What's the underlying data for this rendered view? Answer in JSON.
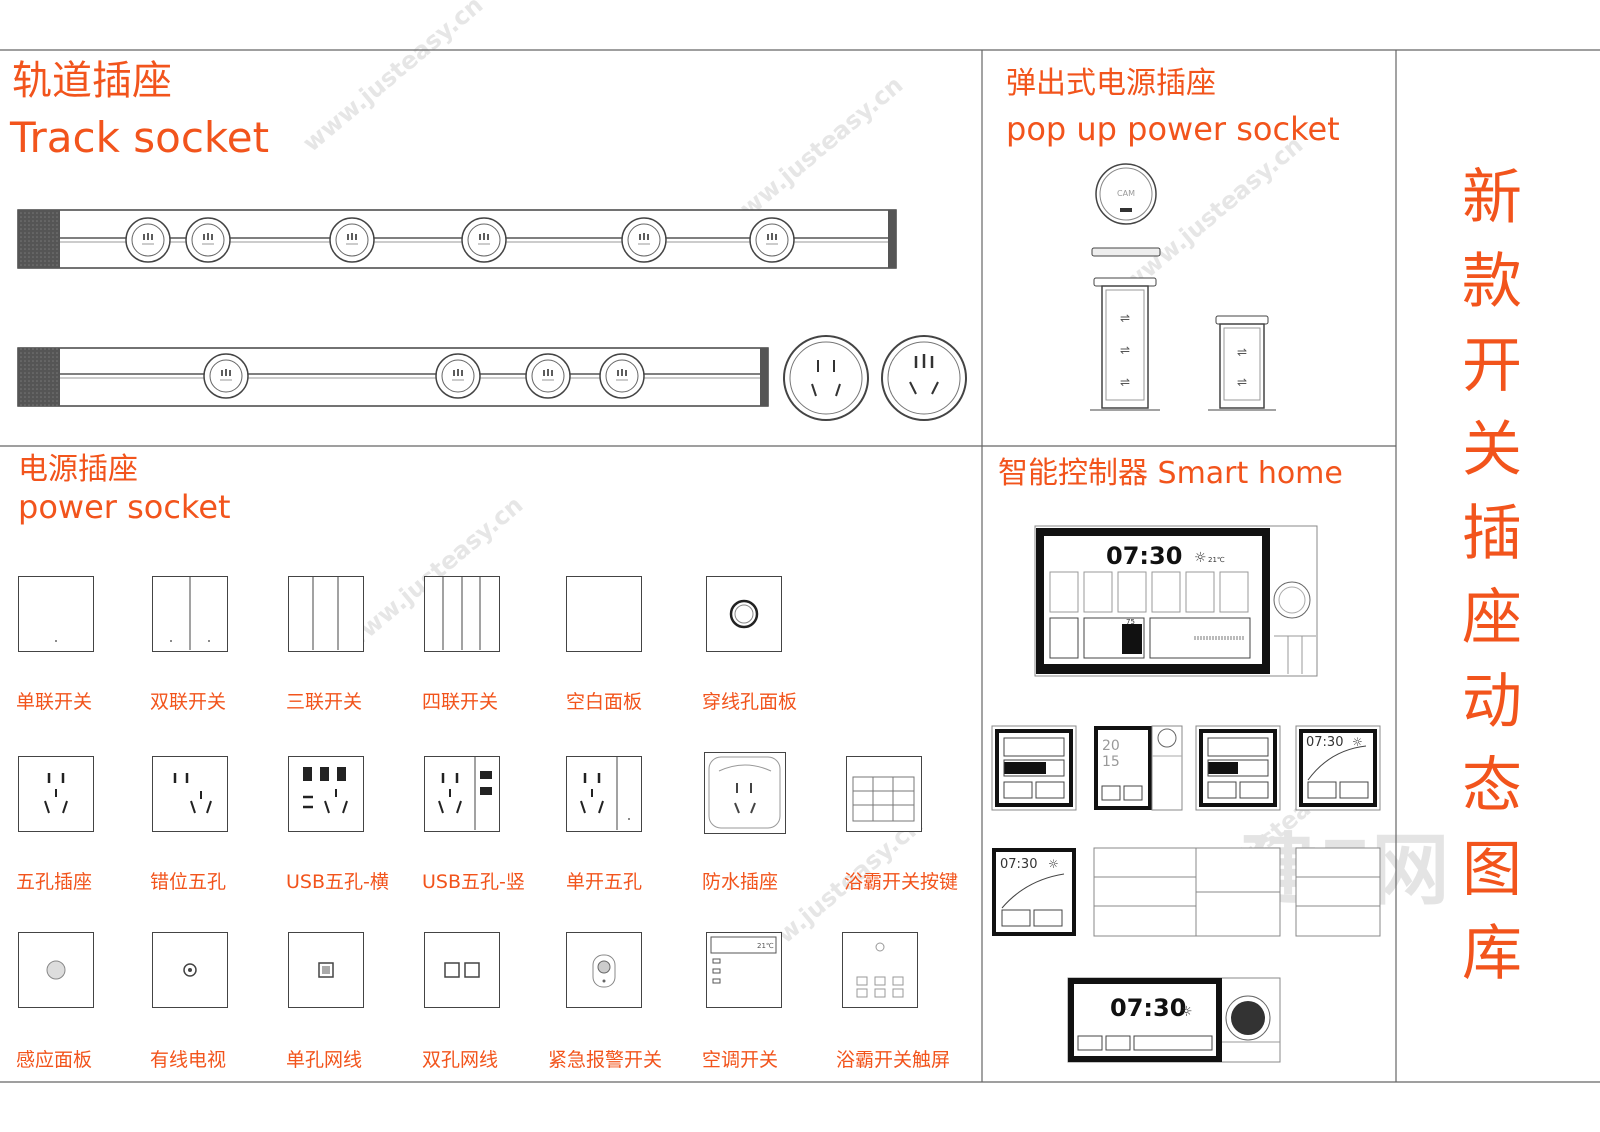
{
  "sections": {
    "track": {
      "title_cn": "轨道插座",
      "title_en": "Track socket"
    },
    "popup": {
      "title_cn": "弹出式电源插座",
      "title_en": "pop up power socket",
      "cam_label": "CAM"
    },
    "power": {
      "title_cn": "电源插座",
      "title_en": "power socket"
    },
    "smart": {
      "title": "智能控制器 Smart home"
    }
  },
  "side_title": [
    "新",
    "款",
    "开",
    "关",
    "插",
    "座",
    "动",
    "态",
    "图",
    "库"
  ],
  "power_items": [
    {
      "label": "单联开关"
    },
    {
      "label": "双联开关"
    },
    {
      "label": "三联开关"
    },
    {
      "label": "四联开关"
    },
    {
      "label": "空白面板"
    },
    {
      "label": "穿线孔面板"
    },
    {
      "label": "五孔插座"
    },
    {
      "label": "错位五孔"
    },
    {
      "label": "USB五孔-横"
    },
    {
      "label": "USB五孔-竖"
    },
    {
      "label": "单开五孔"
    },
    {
      "label": "防水插座"
    },
    {
      "label": "浴霸开关按键"
    },
    {
      "label": "感应面板"
    },
    {
      "label": "有线电视"
    },
    {
      "label": "单孔网线"
    },
    {
      "label": "双孔网线"
    },
    {
      "label": "紧急报警开关"
    },
    {
      "label": "空调开关"
    },
    {
      "label": "浴霸开关触屏"
    }
  ],
  "smart_home": {
    "clock": "07:30",
    "temp": "21℃",
    "level": "75",
    "date_top": "20",
    "date_bottom": "15",
    "ac_temp": "21℃"
  },
  "watermark": {
    "site": "www.justeasy.cn",
    "brand": "建E网"
  },
  "colors": {
    "accent": "#f2541c",
    "line": "#444444"
  }
}
